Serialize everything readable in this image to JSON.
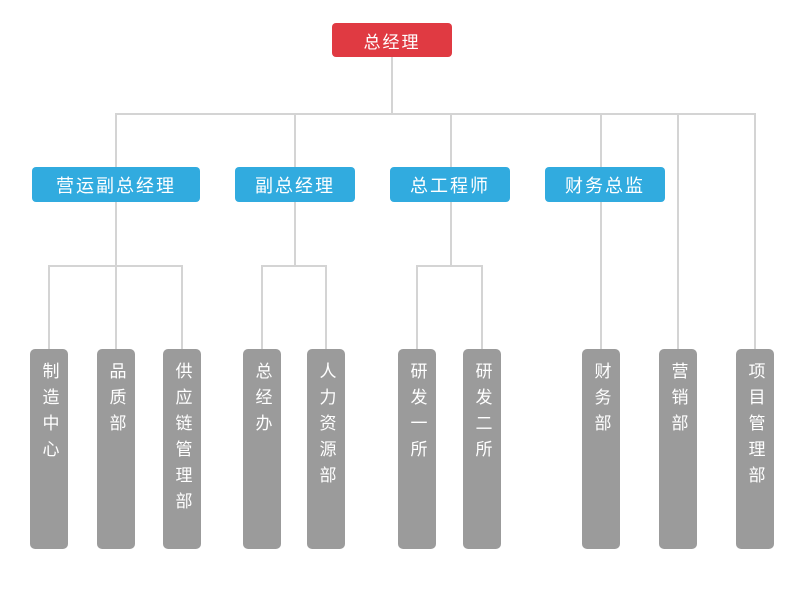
{
  "org": {
    "root": {
      "label": "总经理"
    },
    "branches": [
      {
        "label": "营运副总经理",
        "children": [
          "制造中心",
          "品质部",
          "供应链管理部"
        ]
      },
      {
        "label": "副总经理",
        "children": [
          "总经办",
          "人力资源部"
        ]
      },
      {
        "label": "总工程师",
        "children": [
          "研发一所",
          "研发二所"
        ]
      },
      {
        "label": "财务总监",
        "children": [
          "财务部"
        ]
      }
    ],
    "direct_departments": [
      "营销部",
      "项目管理部"
    ],
    "colors": {
      "root": "#e03a42",
      "branch": "#31abdf",
      "department": "#9b9b9b",
      "line": "#d4d4d4",
      "text": "#ffffff"
    }
  }
}
